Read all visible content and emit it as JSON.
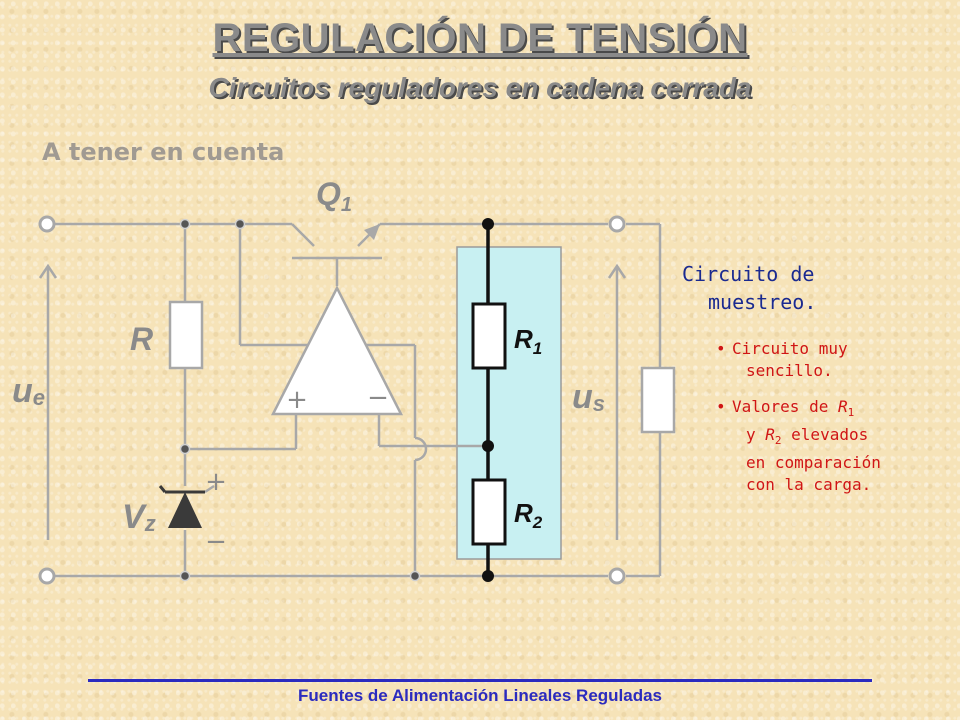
{
  "header": {
    "title": "REGULACIÓN DE TENSIÓN",
    "subtitle": "Circuitos reguladores en cadena cerrada"
  },
  "section_heading": "A tener en cuenta",
  "circuit": {
    "labels": {
      "transistor": "Q",
      "transistor_sub": "1",
      "resistor": "R",
      "input_voltage": "u",
      "input_voltage_sub": "e",
      "output_voltage": "u",
      "output_voltage_sub": "s",
      "zener_voltage": "V",
      "zener_voltage_sub": "z",
      "r1": "R",
      "r1_sub": "1",
      "r2": "R",
      "r2_sub": "2",
      "opamp_plus": "+",
      "opamp_minus": "−",
      "zener_plus": "+",
      "zener_minus": "−"
    },
    "colors": {
      "wire": "#a8a8a8",
      "sampling_box": "#c8f0f2",
      "component_fill": "#ffffff",
      "node_dark": "#111111"
    }
  },
  "info": {
    "title_line1": "Circuito de",
    "title_line2": "muestreo.",
    "bullet1_line1": "Circuito muy",
    "bullet1_line2": "sencillo.",
    "bullet2_pre": "Valores de ",
    "bullet2_r1": "R",
    "bullet2_r1_sub": "1",
    "bullet2_mid": "y ",
    "bullet2_r2": "R",
    "bullet2_r2_sub": "2",
    "bullet2_post": " elevados",
    "bullet2_line3": "en comparación",
    "bullet2_line4": "con la carga."
  },
  "footer": {
    "text": "Fuentes de Alimentación Lineales Reguladas",
    "line_color": "#2b2bbf"
  }
}
